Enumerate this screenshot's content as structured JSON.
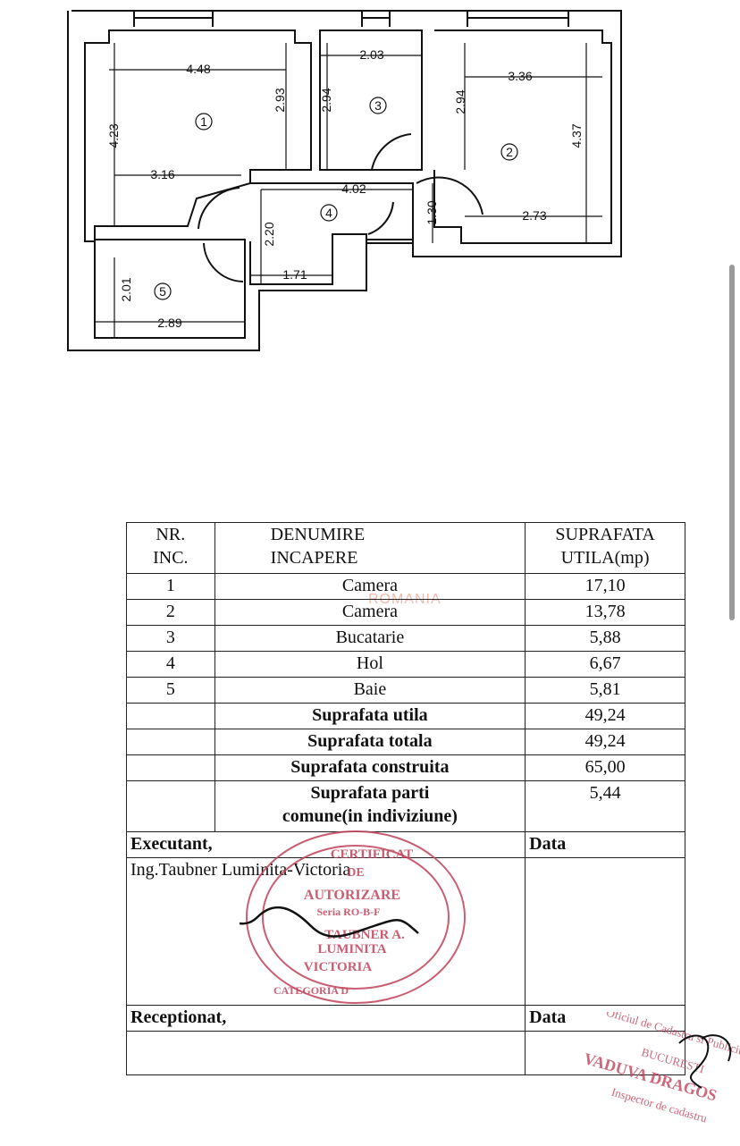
{
  "floor_plan": {
    "dimensions": [
      "4.48",
      "2.93",
      "4.23",
      "3.16",
      "2.94",
      "2.03",
      "2.94",
      "3.36",
      "4.37",
      "4.02",
      "2.20",
      "1.30",
      "2.73",
      "1.71",
      "2.01",
      "2.89"
    ],
    "room_numbers": [
      "1",
      "2",
      "3",
      "4",
      "5"
    ]
  },
  "table": {
    "header": {
      "col1": [
        "NR.",
        "INC."
      ],
      "col2": [
        "DENUMIRE",
        "INCAPERE"
      ],
      "col3": [
        "SUPRAFATA",
        "UTILA(mp)"
      ]
    },
    "rows": [
      {
        "nr": "1",
        "name": "Camera",
        "area": "17,10"
      },
      {
        "nr": "2",
        "name": "Camera",
        "area": "13,78"
      },
      {
        "nr": "3",
        "name": "Bucatarie",
        "area": "5,88"
      },
      {
        "nr": "4",
        "name": "Hol",
        "area": "6,67"
      },
      {
        "nr": "5",
        "name": "Baie",
        "area": "5,81"
      }
    ],
    "totals": [
      {
        "label": "Suprafata utila",
        "value": "49,24"
      },
      {
        "label": "Suprafata totala",
        "value": "49,24"
      },
      {
        "label": "Suprafata construita",
        "value": "65,00"
      }
    ],
    "parti_comune": {
      "line1": "Suprafata parti",
      "line2": "comune(in indiviziune)",
      "value": "5,44"
    },
    "executant_label": "Executant,",
    "data_label": "Data",
    "executant_name": "Ing.Taubner Luminita-Victoria",
    "receptionat_label": "Receptionat,",
    "data_label_2": "Data"
  },
  "stamp_text": [
    "CERTIFICAT",
    "DE",
    "AUTORIZARE",
    "Seria RO-B-F",
    "TAUBNER A.",
    "LUMINITA",
    "VICTORIA",
    "CATEGORIA D"
  ],
  "stamp2_text": [
    "Oficiul de Cadastru si Publicitate",
    "BUCURESTI",
    "VADUVA DRAGOS",
    "Inspector de cadastru"
  ],
  "watermark": "ROMANIA",
  "colors": {
    "ink": "#111111",
    "stamp": "#c0435a",
    "paper": "#ffffff"
  }
}
